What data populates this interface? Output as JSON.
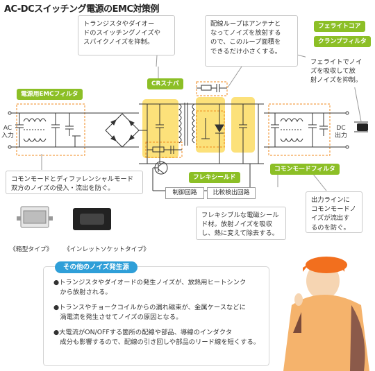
{
  "title": "AC-DCスイッチング電源のEMC対策例",
  "labels": {
    "ac_in": "AC\n入力",
    "dc_out": "DC\n出力",
    "control_circuit": "制御回路",
    "ratio_detect": "比較検出回路"
  },
  "pills": {
    "emc_filter": "電源用EMCフィルタ",
    "cr_snubber": "CRスナバ",
    "flex_shield": "フレキシールド",
    "common_mode_filter": "コモンモードフィルタ",
    "ferrite_core": "フェライトコア",
    "clamp_filter": "クランプフィルタ"
  },
  "callouts": {
    "snubber": "トランジスタやダイオー\nドのスイッチングノイズや\nスパイクノイズを抑制。",
    "loop": "配線ループはアンテナと\nなってノイズを放射する\nので、このループ面積を\nできるだけ小さくする。",
    "ferrite": "フェライトでノイ\nズを吸収して放\n射ノイズを抑制。",
    "emc_filter": "コモンモードとディファレンシャルモード\n双方のノイズの侵入・流出を防ぐ。",
    "flex_shield": "フレキシブルな電磁シール\nド材。放射ノイズを吸収\nし、熱に変えて除去する。",
    "common_mode": "出力ラインに\nコモンモードノ\nイズが流出す\nるのを防ぐ。"
  },
  "product_captions": {
    "box_type": "《箱型タイプ》",
    "inlet_type": "《インレットソケットタイプ》"
  },
  "other_sources": {
    "title": "その他のノイズ発生源",
    "bullets": [
      "●トランジスタやダイオードの発生ノイズが、放熱用ヒートシンク\n　から放射される。",
      "●トランスやチョークコイルからの漏れ磁束が、金属ケースなどに\n　渦電流を発生させてノイズの原因となる。",
      "●大電流がON/OFFする箇所の配線や部品、導線のインダクタ\n　成分も影響するので、配線の引き回しや部品のリード線を短くする。"
    ]
  },
  "colors": {
    "pill_green": "#8cbf26",
    "highlight_yellow": "#fce17a",
    "dashed_orange": "#f08a1c",
    "title_blue": "#2f9fd8"
  }
}
